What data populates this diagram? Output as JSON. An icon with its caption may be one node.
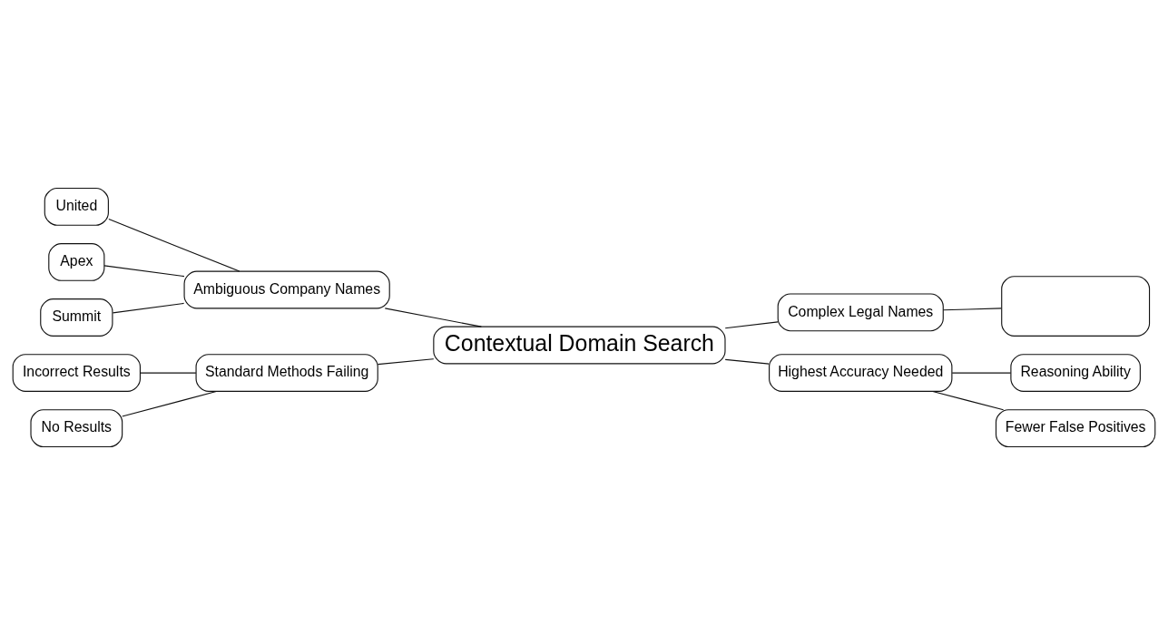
{
  "diagram": {
    "nodes": [
      {
        "text": [
          "Contextual Domain Search"
        ]
      },
      {
        "text": [
          "Ambiguous Company Names"
        ]
      },
      {
        "text": [
          "United"
        ]
      },
      {
        "text": [
          "Apex"
        ]
      },
      {
        "text": [
          "Summit"
        ]
      },
      {
        "text": [
          "Standard Methods Failing"
        ]
      },
      {
        "text": [
          "Incorrect Results"
        ]
      },
      {
        "text": [
          "No Results"
        ]
      },
      {
        "text": [
          "Complex Legal Names"
        ]
      },
      {
        "text": [],
        "shape": "box"
      },
      {
        "text": [
          "Highest Accuracy Needed"
        ]
      },
      {
        "text": [
          "Reasoning Ability"
        ]
      },
      {
        "text": [
          "Fewer False Positives"
        ]
      }
    ],
    "edges": [
      {
        "from": 0,
        "to": 1,
        "arrow": "none"
      },
      {
        "from": 1,
        "to": 2,
        "arrow": "none"
      },
      {
        "from": 1,
        "to": 3,
        "arrow": "none"
      },
      {
        "from": 1,
        "to": 4,
        "arrow": "none"
      },
      {
        "from": 0,
        "to": 5,
        "arrow": "none"
      },
      {
        "from": 5,
        "to": 6,
        "arrow": "none"
      },
      {
        "from": 5,
        "to": 7,
        "arrow": "none"
      },
      {
        "from": 0,
        "to": 8,
        "arrow": "none"
      },
      {
        "from": 8,
        "to": 9,
        "arrow": "none"
      },
      {
        "from": 0,
        "to": 10,
        "arrow": "none"
      },
      {
        "from": 10,
        "to": 11,
        "arrow": "none"
      },
      {
        "from": 10,
        "to": 12,
        "arrow": "none"
      }
    ]
  }
}
